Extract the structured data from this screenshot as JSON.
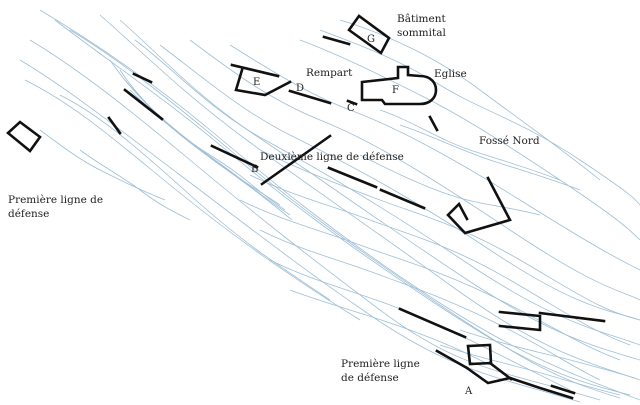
{
  "map": {
    "labels": {
      "batiment": "Bâtiment sommital",
      "rempart": "Rempart",
      "eglise": "Eglise",
      "fosse_nord": "Fossé Nord",
      "deuxieme_ligne": "Deuxième ligne de défense",
      "premiere_ligne_left_1": "Première ligne de",
      "premiere_ligne_left_2": "défense",
      "premiere_ligne_right_1": "Première ligne",
      "premiere_ligne_right_2": "de défense"
    },
    "letters": {
      "a": "A",
      "b": "B",
      "c": "C",
      "d": "D",
      "e": "E",
      "f": "F",
      "g": "G"
    },
    "colors": {
      "contour": "#9fbfd6",
      "wall": "#111111",
      "background": "#ffffff"
    }
  }
}
